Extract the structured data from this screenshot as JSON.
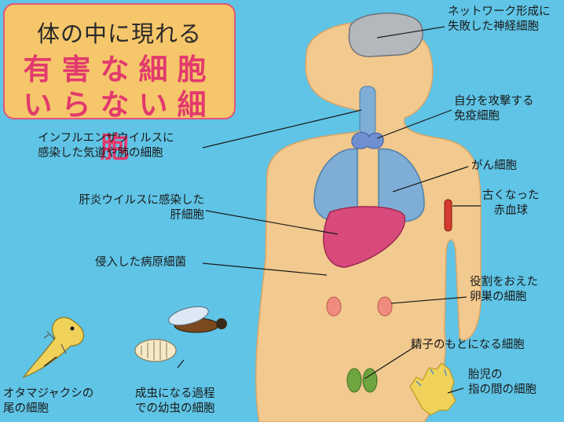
{
  "title": {
    "line1": "体の中に現れる",
    "line2": "有害な細胞",
    "line3": "いらない細胞"
  },
  "labels": {
    "neural": [
      "ネットワーク形成に",
      "失敗した神経細胞"
    ],
    "immune": [
      "自分を攻撃する",
      "免疫細胞"
    ],
    "influenza": [
      "インフルエンザウイルスに",
      "感染した気道や肺の細胞"
    ],
    "cancer": "がん細胞",
    "old_rbc": [
      "古くなった",
      "赤血球"
    ],
    "hepatitis": [
      "肝炎ウイルスに感染した",
      "肝細胞"
    ],
    "pathogen": "侵入した病原細菌",
    "ovary": [
      "役割をおえた",
      "卵巣の細胞"
    ],
    "sperm": "精子のもとになる細胞",
    "fetal": [
      "胎児の",
      "指の間の細胞"
    ],
    "tadpole": [
      "オタマジャクシの",
      "尾の細胞"
    ],
    "larva": [
      "成虫になる過程",
      "での幼虫の細胞"
    ]
  },
  "colors": {
    "background": "#5fc4e6",
    "body": "#f2c98e",
    "title_box": "#f6c66a",
    "title_border": "#e0567a",
    "title_accent": "#e23a6d",
    "lungs": "#7eaed6",
    "liver": "#d94a7c",
    "brain": "#b4b8bd",
    "ovary": "#f08c7e",
    "testes": "#6fa53f"
  }
}
